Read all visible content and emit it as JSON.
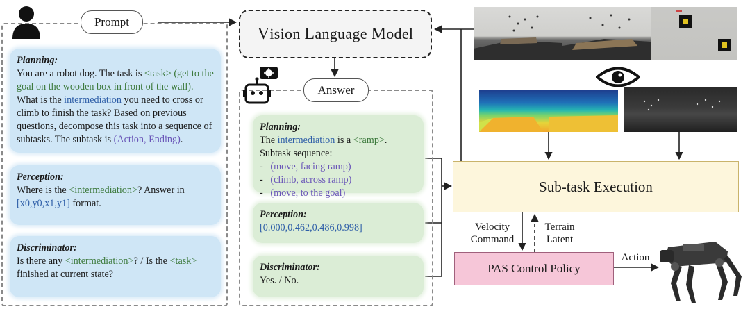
{
  "prompt": {
    "title": "Prompt",
    "planning": {
      "heading": "Planning",
      "p1": "You are a robot dog. The task is ",
      "task_tag": "<task>",
      "task_desc": " (get to the goal on the wooden box in front of the wall).",
      "p2": " What is the ",
      "intermediation": "intermediation",
      "p3": " you need to cross or climb to finish the task? Based on previous questions, decompose this task into a sequence of subtasks. The subtask is ",
      "format": "(Action, Ending)",
      "p4": "."
    },
    "perception": {
      "heading": "Perception",
      "p1": "Where is the ",
      "tag": "<intermediation>",
      "p2": "? Answer in ",
      "format": "[x0,y0,x1,y1]",
      "p3": " format."
    },
    "discriminator": {
      "heading": "Discriminator",
      "p1": "Is there any ",
      "tag": "<intermediation>",
      "p2": "? /  Is the ",
      "task": "<task>",
      "p3": " finished at current state?"
    }
  },
  "vlm": {
    "v": "V",
    "ision": "ision ",
    "l": "L",
    "anguage": "anguage ",
    "m": "M",
    "odel": "odel"
  },
  "answer": {
    "title": "Answer",
    "planning": {
      "heading": "Planning",
      "p1": "The ",
      "intermediation": "intermediation",
      "p2": " is a ",
      "tag": "<ramp>",
      "p3": ". Subtask sequence:",
      "items": [
        "(move, facing ramp)",
        "(climb, across ramp)",
        "(move, to the goal)"
      ]
    },
    "perception": {
      "heading": "Perception",
      "value": "[0.000,0.462,0.486,0.998]"
    },
    "discriminator": {
      "heading": "Discriminator",
      "value": "Yes. / No."
    }
  },
  "execution": {
    "label": "Sub-task Execution"
  },
  "policy": {
    "label": "PAS Control Policy"
  },
  "labels": {
    "velocity_1": "Velocity",
    "velocity_2": "Command",
    "terrain_1": "Terrain",
    "terrain_2": "Latent",
    "action": "Action"
  }
}
